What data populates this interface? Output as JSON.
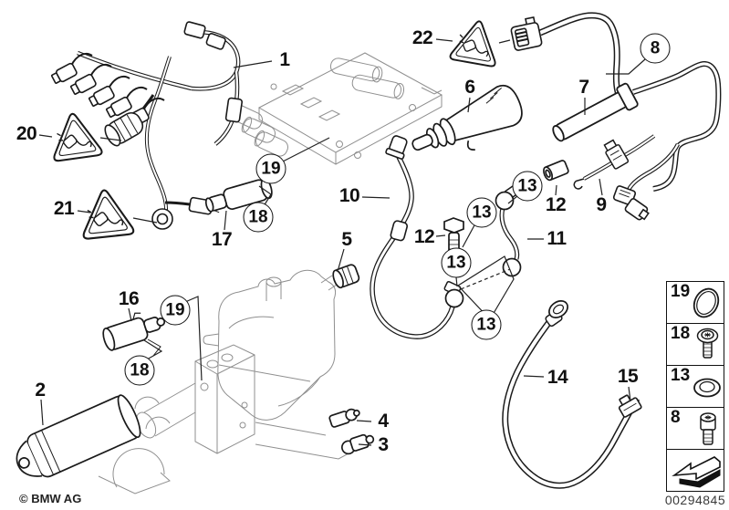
{
  "figure": {
    "copyright": "© BMW AG",
    "doc_number": "00294845"
  },
  "callouts": [
    {
      "label": "1"
    },
    {
      "label": "20"
    },
    {
      "label": "21"
    },
    {
      "label": "17"
    },
    {
      "label": "22"
    },
    {
      "label": "6"
    },
    {
      "label": "7"
    },
    {
      "label": "10"
    },
    {
      "label": "12"
    },
    {
      "label": "9"
    },
    {
      "label": "12"
    },
    {
      "label": "11"
    },
    {
      "label": "5"
    },
    {
      "label": "16"
    },
    {
      "label": "2"
    },
    {
      "label": "4"
    },
    {
      "label": "3"
    },
    {
      "label": "14"
    },
    {
      "label": "15"
    }
  ],
  "circled": [
    {
      "label": "8"
    },
    {
      "label": "19"
    },
    {
      "label": "18"
    },
    {
      "label": "19"
    },
    {
      "label": "18"
    },
    {
      "label": "13"
    },
    {
      "label": "13"
    },
    {
      "label": "13"
    },
    {
      "label": "13"
    }
  ],
  "legend": {
    "items": [
      {
        "label": "19",
        "icon": "o-ring-icon"
      },
      {
        "label": "18",
        "icon": "torx-pan-screw-icon"
      },
      {
        "label": "13",
        "icon": "sealing-washer-icon"
      },
      {
        "label": "8",
        "icon": "torx-socket-screw-icon"
      },
      {
        "label": "",
        "icon": "direction-arrow-icon"
      }
    ]
  }
}
